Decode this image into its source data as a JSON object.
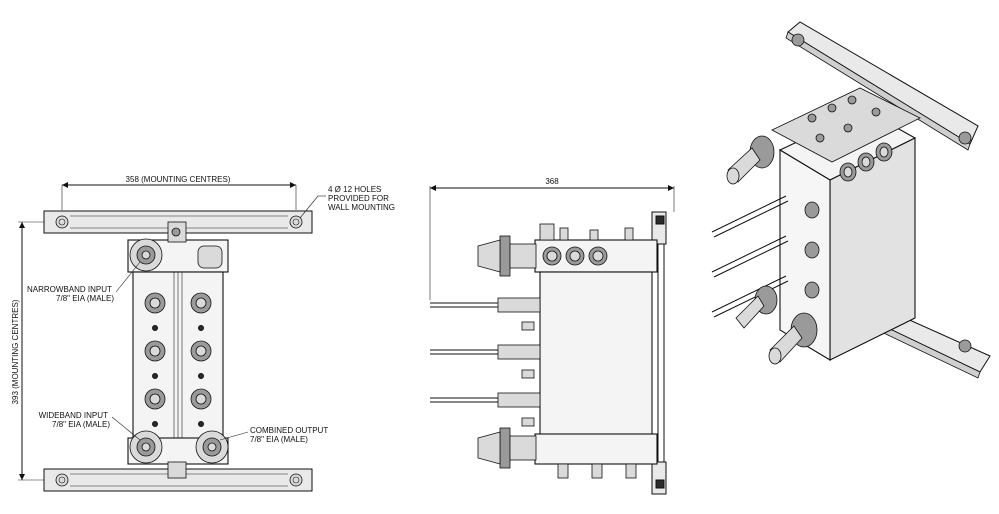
{
  "front_view": {
    "dim_width": "358 (MOUNTING CENTRES)",
    "dim_height": "393 (MOUNTING CENTRES)",
    "holes_note": [
      "4 Ø 12 HOLES",
      "PROVIDED FOR",
      "WALL MOUNTING"
    ],
    "narrowband_input": [
      "NARROWBAND INPUT",
      "7/8\" EIA (MALE)"
    ],
    "wideband_input": [
      "WIDEBAND INPUT",
      "7/8\" EIA (MALE)"
    ],
    "combined_output": [
      "COMBINED OUTPUT",
      "7/8\" EIA (MALE)"
    ]
  },
  "side_view": {
    "dim_depth": "368"
  },
  "colors": {
    "line": "#111111",
    "fill": "#f4f4f4",
    "shade": "#9a9a9a"
  }
}
